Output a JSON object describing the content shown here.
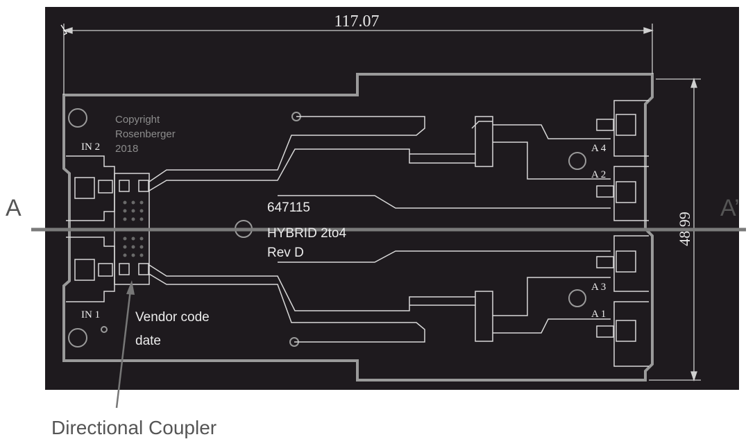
{
  "dimensions": {
    "width_label": "117.07",
    "height_label": "48.99"
  },
  "section": {
    "left_label": "A",
    "right_label": "A’"
  },
  "board_text": {
    "copyright_line1": "Copyright",
    "copyright_line2": "Rosenberger",
    "copyright_line3": "2018",
    "part_number": "647115",
    "part_name": "HYBRID 2to4",
    "revision": "Rev D",
    "vendor_line1": "Vendor code",
    "vendor_line2": "date"
  },
  "ports": {
    "in2": "IN 2",
    "in1": "IN 1",
    "a4": "A 4",
    "a2": "A 2",
    "a3": "A 3",
    "a1": "A 1"
  },
  "callout": {
    "label": "Directional Coupler"
  },
  "colors": {
    "board": "#1e1a1e",
    "outline": "#9a9a9a",
    "trace": "#d8d8d8",
    "section_line": "#7a7a7a",
    "callout_text": "#555555",
    "label_text": "#ececec"
  }
}
